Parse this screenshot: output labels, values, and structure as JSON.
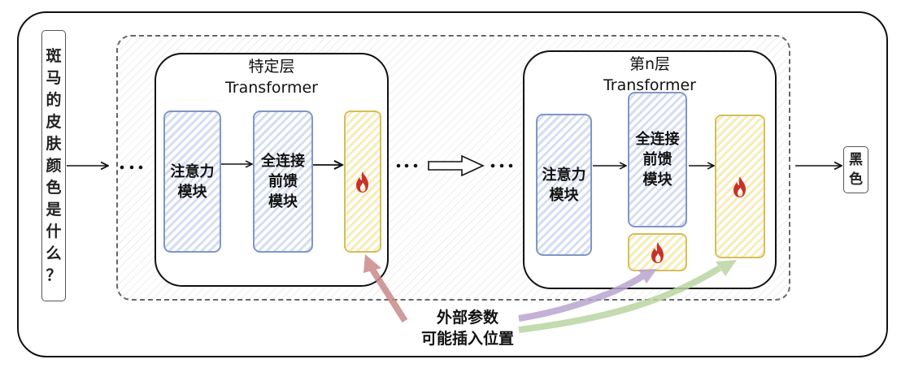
{
  "input": {
    "chars": [
      "斑",
      "马",
      "的",
      "皮",
      "肤",
      "颜",
      "色",
      "是",
      "什",
      "么",
      "？"
    ],
    "text": "斑马的皮肤颜色是什么？"
  },
  "layer_specific": {
    "title_line1": "特定层",
    "title_line2": "Transformer",
    "attention": {
      "line1": "注意力",
      "line2": "模块"
    },
    "ffn": {
      "line1": "全连接",
      "line2": "前馈",
      "line3": "模块"
    },
    "adapter_icon": "fire-icon"
  },
  "layer_n": {
    "title_line1": "第n层",
    "title_line2": "Transformer",
    "attention": {
      "line1": "注意力",
      "line2": "模块"
    },
    "ffn": {
      "line1": "全连接",
      "line2": "前馈",
      "line3": "模块"
    },
    "ffn_adapter_icon": "fire-icon",
    "adapter_icon": "fire-icon"
  },
  "ellipsis": "···",
  "output": {
    "chars": [
      "黑",
      "色"
    ],
    "text": "黑色"
  },
  "annotation": {
    "line1": "外部参数",
    "line2": "可能插入位置"
  },
  "colors": {
    "module_border": "#8096c8",
    "module_fill": "#d5ddf3",
    "adapter_border": "#d4bf59",
    "adapter_fill": "#f7ecb7",
    "flame": "#c8312a",
    "arrow_red": "#c98a8a",
    "arrow_purple": "#b9a4cf",
    "arrow_green": "#b9d5a1"
  }
}
